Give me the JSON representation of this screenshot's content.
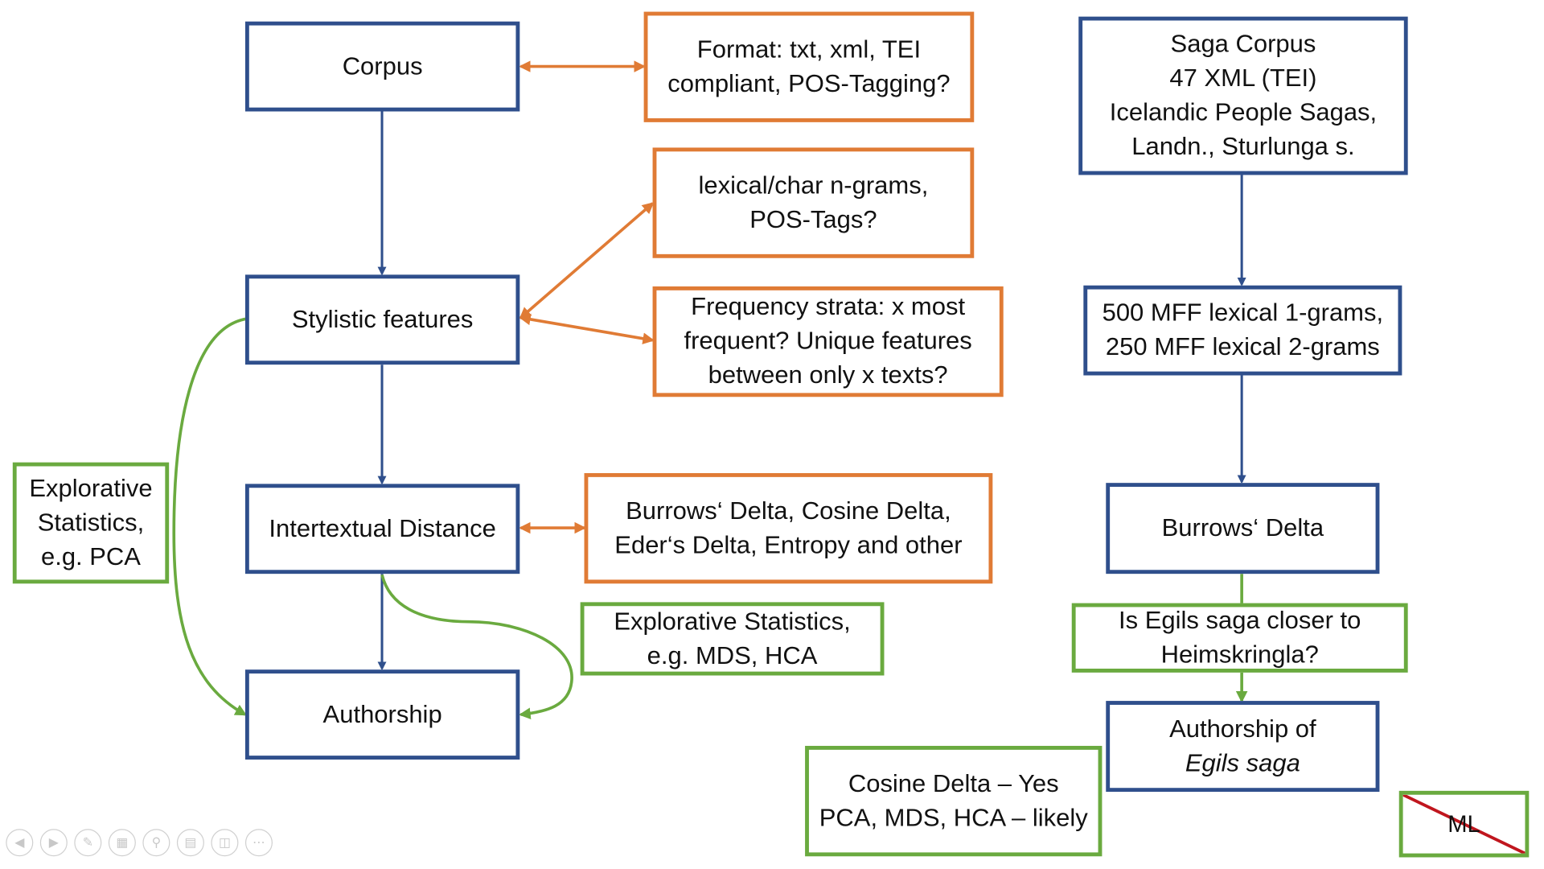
{
  "colors": {
    "blue": "#2f4f8c",
    "orange": "#e07b35",
    "green": "#6aaa3f",
    "strike_red": "#c0161e"
  },
  "left_flow": {
    "corpus": "Corpus",
    "stylistic_features": "Stylistic features",
    "intertextual_distance": "Intertextual Distance",
    "authorship": "Authorship"
  },
  "orange_notes": {
    "format": [
      "Format: txt, xml, TEI",
      "compliant, POS-Tagging?"
    ],
    "ngrams": [
      "lexical/char n-grams,",
      "POS-Tags?"
    ],
    "frequency": [
      "Frequency strata: x most",
      "frequent? Unique features",
      "between only x texts?"
    ],
    "distances": [
      "Burrows‘ Delta, Cosine Delta,",
      "Eder‘s Delta, Entropy and other"
    ]
  },
  "green_notes": {
    "explorative_pca": [
      "Explorative",
      "Statistics,",
      "e.g. PCA"
    ],
    "explorative_mds": [
      "Explorative Statistics,",
      "e.g. MDS, HCA"
    ],
    "is_egils": [
      "Is Egils saga closer to",
      "Heimskringla?"
    ],
    "cosine_result": [
      "Cosine Delta – Yes",
      "PCA, MDS, HCA – likely"
    ],
    "ml": "ML"
  },
  "right_flow": {
    "saga_corpus": [
      "Saga Corpus",
      "47 XML (TEI)",
      "Icelandic People Sagas,",
      "Landn., Sturlunga s."
    ],
    "mff": [
      "500 MFF lexical 1-grams,",
      "250 MFF lexical 2-grams"
    ],
    "burrows": "Burrows‘ Delta",
    "authorship_of": "Authorship of",
    "egils_saga": "Egils saga"
  },
  "toolbar": {
    "icons": [
      "previous-icon",
      "next-icon",
      "pen-icon",
      "slides-icon",
      "zoom-icon",
      "subtitles-icon",
      "camera-off-icon",
      "more-icon"
    ]
  }
}
